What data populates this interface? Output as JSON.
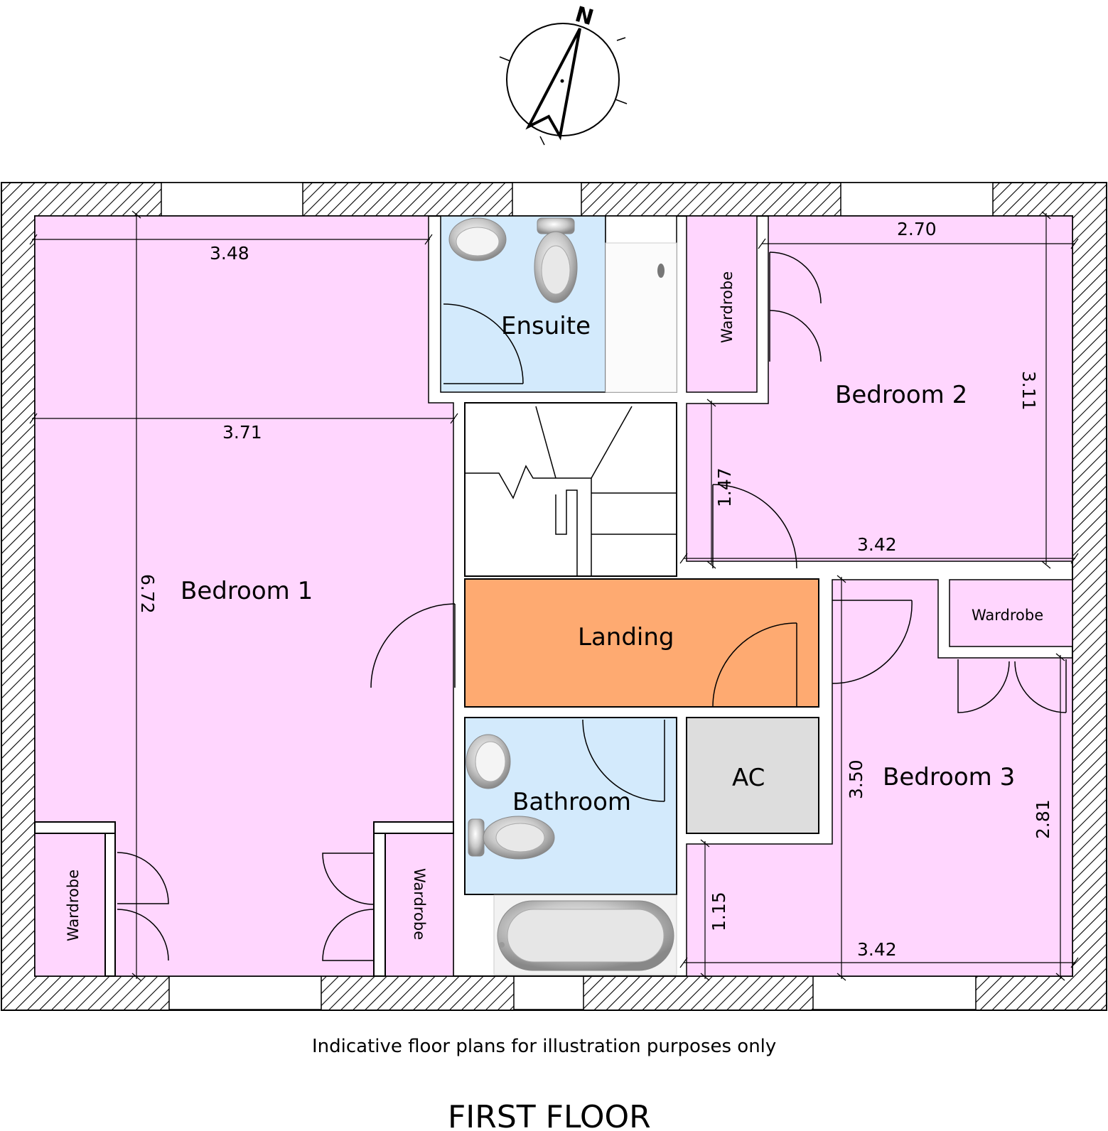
{
  "title": "FIRST FLOOR",
  "disclaimer": "Indicative floor plans for illustration purposes only",
  "compass": {
    "label": "N"
  },
  "rooms": {
    "bedroom1": "Bedroom 1",
    "bedroom2": "Bedroom 2",
    "bedroom3": "Bedroom 3",
    "ensuite": "Ensuite",
    "bathroom": "Bathroom",
    "landing": "Landing",
    "ac": "AC",
    "wardrobe": "Wardrobe"
  },
  "dimensions": {
    "bed1_width_top": "3.48",
    "bed1_width": "3.71",
    "bed1_length": "6.72",
    "bed2_width_top": "2.70",
    "bed2_length": "3.11",
    "bed2_width_bottom": "3.42",
    "bed2_recess": "1.47",
    "bed3_length": "3.50",
    "bed3_recess": "2.81",
    "bed3_alcove": "1.15",
    "bed3_width": "3.42"
  },
  "colors": {
    "bedroom": "#ffd6fe",
    "wet_room": "#d3eafc",
    "landing": "#feaa71",
    "ac": "#dddddd"
  }
}
